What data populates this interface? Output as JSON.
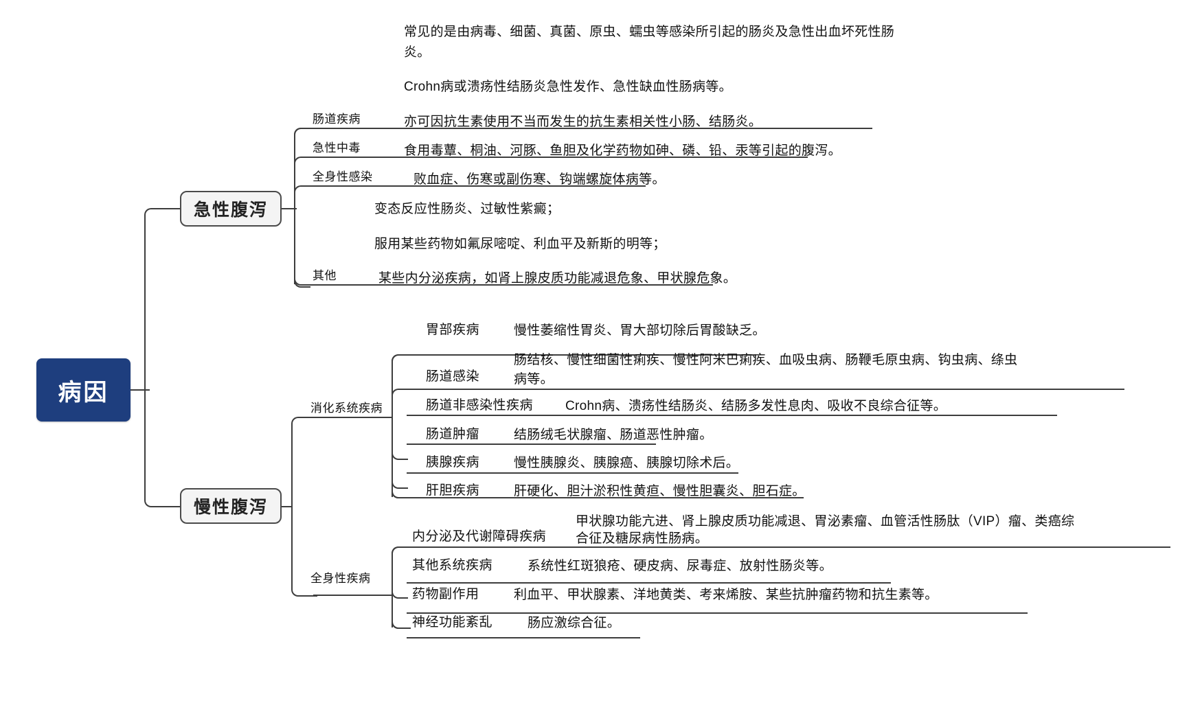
{
  "diagram": {
    "title": "病因",
    "root": {
      "label": "病因"
    },
    "branches": [
      {
        "id": "acute",
        "label": "急性腹泻",
        "groups": [
          {
            "id": "intestinal-disease",
            "label": "肠道疾病",
            "lines": [
              "常见的是由病毒、细菌、真菌、原虫、蠕虫等感染所引起的肠炎及急性出血坏死性肠",
              "炎。",
              "Crohn病或溃疡性结肠炎急性发作、急性缺血性肠病等。",
              "亦可因抗生素使用不当而发生的抗生素相关性小肠、结肠炎。"
            ]
          },
          {
            "id": "acute-poisoning",
            "label": "急性中毒",
            "lines": [
              "食用毒蕈、桐油、河豚、鱼胆及化学药物如砷、磷、铅、汞等引起的腹泻。"
            ]
          },
          {
            "id": "systemic-infection",
            "label": "全身性感染",
            "lines": [
              "败血症、伤寒或副伤寒、钩端螺旋体病等。"
            ]
          },
          {
            "id": "other-acute",
            "label": "其他",
            "lines": [
              "变态反应性肠炎、过敏性紫癜；",
              "服用某些药物如氟尿嘧啶、利血平及新斯的明等；",
              "某些内分泌疾病，如肾上腺皮质功能减退危象、甲状腺危象。"
            ]
          }
        ]
      },
      {
        "id": "chronic",
        "label": "慢性腹泻",
        "groups": [
          {
            "id": "digestive-system",
            "label": "消化系统疾病",
            "items": [
              {
                "id": "stomach-disease",
                "label": "胃部疾病",
                "lines": [
                  "慢性萎缩性胃炎、胃大部切除后胃酸缺乏。"
                ]
              },
              {
                "id": "intestinal-infection",
                "label": "肠道感染",
                "lines": [
                  "肠结核、慢性细菌性痢疾、慢性阿米巴痢疾、血吸虫病、肠鞭毛原虫病、钩虫病、绦虫",
                  "病等。"
                ]
              },
              {
                "id": "intestinal-noninfectious",
                "label": "肠道非感染性疾病",
                "lines": [
                  "Crohn病、溃疡性结肠炎、结肠多发性息肉、吸收不良综合征等。"
                ]
              },
              {
                "id": "intestinal-tumor",
                "label": "肠道肿瘤",
                "lines": [
                  "结肠绒毛状腺瘤、肠道恶性肿瘤。"
                ]
              },
              {
                "id": "pancreatic-disease",
                "label": "胰腺疾病",
                "lines": [
                  "慢性胰腺炎、胰腺癌、胰腺切除术后。"
                ]
              },
              {
                "id": "hepatobiliary-disease",
                "label": "肝胆疾病",
                "lines": [
                  "肝硬化、胆汁淤积性黄疸、慢性胆囊炎、胆石症。"
                ]
              }
            ]
          },
          {
            "id": "systemic-disease",
            "label": "全身性疾病",
            "items": [
              {
                "id": "endocrine-metabolic",
                "label": "内分泌及代谢障碍疾病",
                "lines": [
                  "甲状腺功能亢进、肾上腺皮质功能减退、胃泌素瘤、血管活性肠肽（VIP）瘤、类癌综",
                  "合征及糖尿病性肠病。"
                ]
              },
              {
                "id": "other-systemic",
                "label": "其他系统疾病",
                "lines": [
                  "系统性红斑狼疮、硬皮病、尿毒症、放射性肠炎等。"
                ]
              },
              {
                "id": "drug-side-effects",
                "label": "药物副作用",
                "lines": [
                  "利血平、甲状腺素、洋地黄类、考来烯胺、某些抗肿瘤药物和抗生素等。"
                ]
              },
              {
                "id": "neural-dysfunction",
                "label": "神经功能紊乱",
                "lines": [
                  "肠应激综合征。"
                ]
              }
            ]
          }
        ]
      }
    ],
    "colors": {
      "root_bg": "#1e3e7e",
      "root_text": "#ffffff",
      "l1_bg": "#f4f4f4",
      "l1_border": "#4a4a4a",
      "line": "#3d3d3d",
      "text": "#111111",
      "page_bg": "#ffffff"
    }
  }
}
